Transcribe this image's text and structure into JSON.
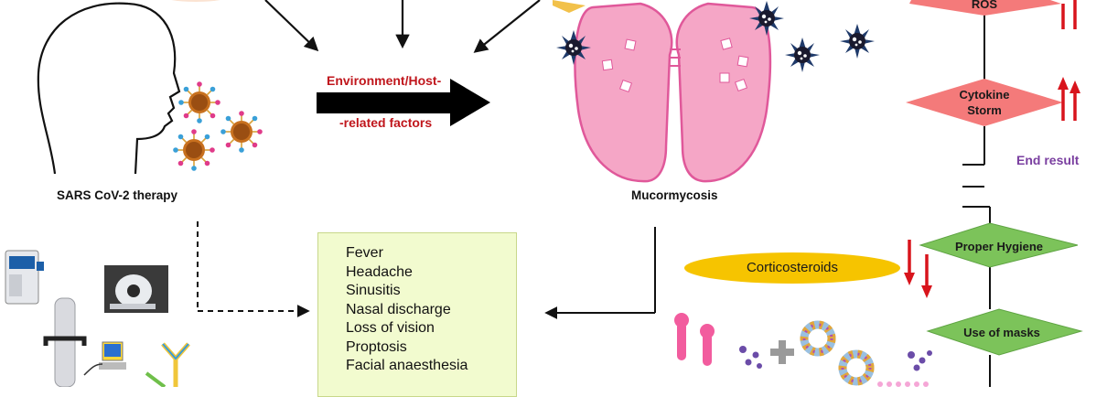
{
  "labels": {
    "sars_therapy": "SARS CoV-2 therapy",
    "env_line1": "Environment/Host-",
    "env_line2": "-related factors",
    "mucormycosis": "Mucormycosis",
    "end_result": "End result",
    "corticosteroids": "Corticosteroids"
  },
  "diamonds": {
    "ros": "ROS",
    "cytokine_line1": "Cytokine",
    "cytokine_line2": "Storm",
    "proper_hygiene": "Proper Hygiene",
    "use_of_masks": "Use of masks"
  },
  "symptoms": [
    "Fever",
    "Headache",
    "Sinusitis",
    "Nasal discharge",
    "Loss of vision",
    "Proptosis",
    "Facial anaesthesia"
  ],
  "colors": {
    "red_diamond": "#f47a7a",
    "green_diamond": "#7cc35a",
    "lung_fill": "#f5a6c6",
    "lung_stroke": "#e0589a",
    "symptom_box": "#f2fbcf",
    "cortico_fill": "#f6c400",
    "arrow_red": "#d8141c",
    "end_result_text": "#7a3fa0"
  }
}
